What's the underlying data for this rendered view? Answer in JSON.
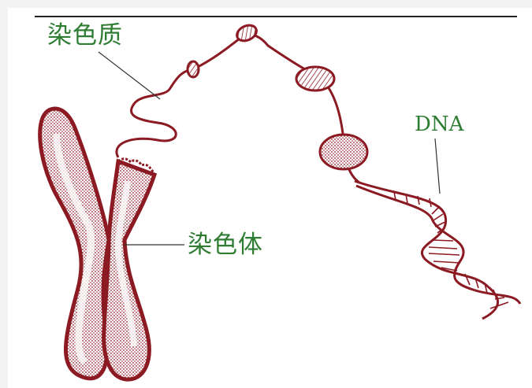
{
  "labels": {
    "chromatin": "染色质",
    "chromosome": "染色体",
    "dna": "DNA"
  },
  "colors": {
    "structure": "#8b1a22",
    "label_text": "#2e7d32",
    "leader_line": "#333333"
  }
}
